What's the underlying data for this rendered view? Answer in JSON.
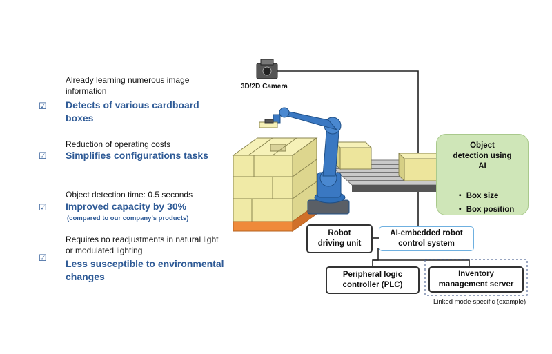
{
  "features": [
    {
      "subtitle": "Already learning numerous image information",
      "heading": "Detects of various cardboard boxes",
      "note": ""
    },
    {
      "subtitle": "Reduction of operating costs",
      "heading": "Simplifies configurations tasks",
      "note": ""
    },
    {
      "subtitle": "Object detection time: 0.5 seconds",
      "heading": "Improved capacity by 30%",
      "note": "(compared to our company's products)"
    },
    {
      "subtitle": "Requires no readjustments in natural light or modulated lighting",
      "heading": "Less susceptible to environmental changes",
      "note": ""
    }
  ],
  "check_glyph": "☑",
  "camera": {
    "label": "3D/2D Camera",
    "icon": "camera-icon"
  },
  "detection": {
    "title": "Object detection using AI",
    "items": [
      "・ Box size",
      "・ Box position"
    ]
  },
  "boxes": {
    "robot_driving_unit": "Robot driving unit",
    "ai_control": "AI-embedded robot control system",
    "plc": "Peripheral logic controller (PLC)",
    "inventory": "Inventory management server"
  },
  "linked_note": "Linked mode-specific (example)",
  "colors": {
    "accent_blue": "#2e5a96",
    "robot_blue": "#3a78c2",
    "detect_green": "#cfe6b8",
    "box_yellow": "#f0eaa6",
    "pallet_orange": "#ef8a3a"
  }
}
